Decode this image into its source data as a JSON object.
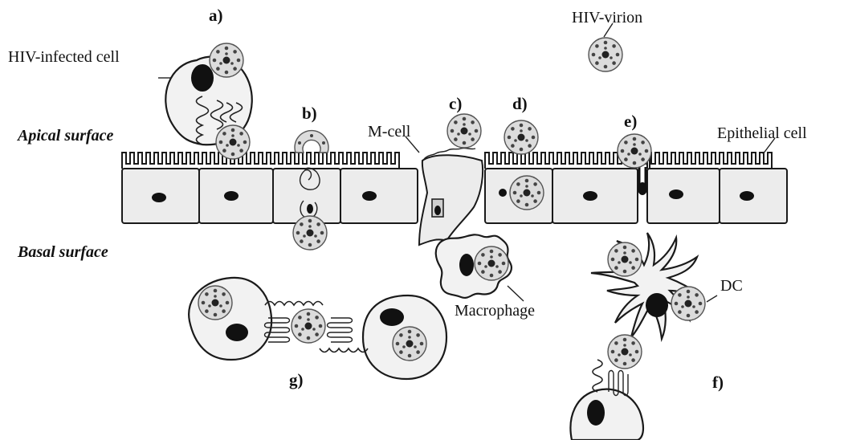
{
  "labels": {
    "a": "a)",
    "b": "b)",
    "c": "c)",
    "d": "d)",
    "e": "e)",
    "f": "f)",
    "g": "g)",
    "hiv_infected_cell": "HIV-infected cell",
    "hiv_virion": "HIV-virion",
    "apical_surface": "Apical surface",
    "basal_surface": "Basal surface",
    "m_cell": "M-cell",
    "epithelial_cell": "Epithelial cell",
    "macrophage": "Macrophage",
    "dc": "DC"
  },
  "colors": {
    "outline": "#1a1a1a",
    "cell_fill": "#f2f2f2",
    "nucleus": "#111111",
    "virion_fill": "#dcdcdc"
  }
}
